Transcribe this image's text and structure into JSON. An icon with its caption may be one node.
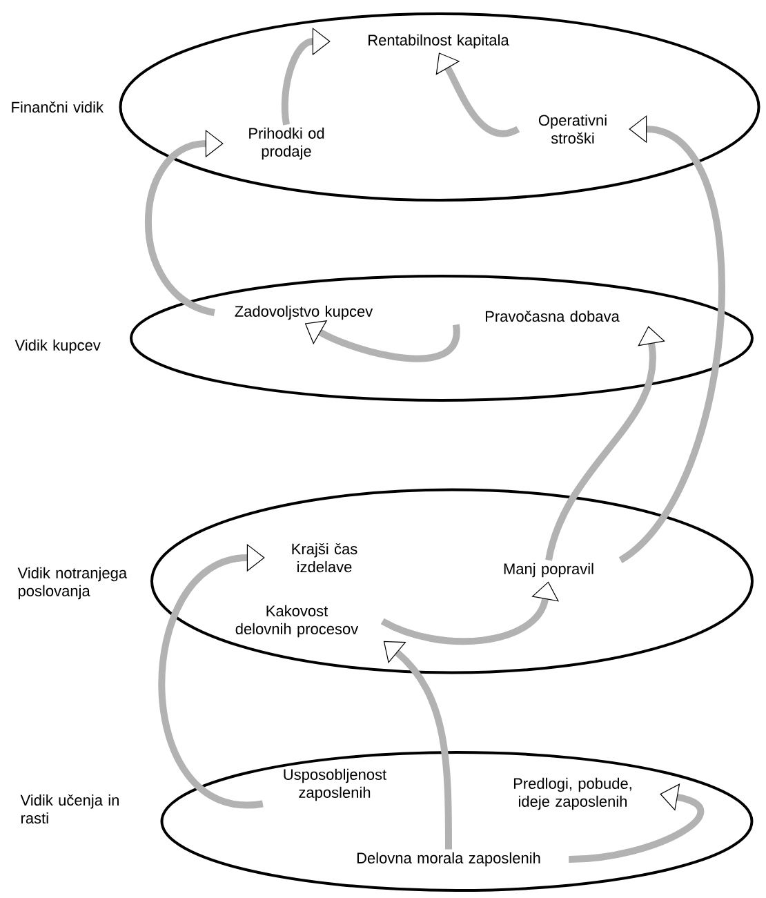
{
  "diagram": {
    "nodes": [
      {
        "text": [],
        "shape": "ellipse",
        "beside": [
          "Finančni vidik"
        ]
      },
      {
        "text": [
          "Rentabilnost kapitala"
        ],
        "in": 0
      },
      {
        "text": [
          "Prihodki od prodaje"
        ],
        "in": 0
      },
      {
        "text": [
          "Operativni stroški"
        ],
        "in": 0
      },
      {
        "text": [],
        "shape": "ellipse",
        "beside": [
          "Vidik kupcev"
        ]
      },
      {
        "text": [
          "Zadovoljstvo kupcev"
        ],
        "in": 4
      },
      {
        "text": [
          "Pravočasna dobava"
        ],
        "in": 4
      },
      {
        "text": [],
        "shape": "ellipse",
        "beside": [
          "Vidik notranjega poslovanja"
        ]
      },
      {
        "text": [
          "Krajši čas izdelave"
        ],
        "in": 7
      },
      {
        "text": [
          "Kakovost delovnih procesov"
        ],
        "in": 7
      },
      {
        "text": [
          "Manj popravil"
        ],
        "in": 7
      },
      {
        "text": [],
        "shape": "ellipse",
        "beside": [
          "Vidik učenja in rasti"
        ]
      },
      {
        "text": [
          "Usposobljenost zaposlenih"
        ],
        "in": 11
      },
      {
        "text": [
          "Predlogi, pobude, ideje zaposlenih"
        ],
        "in": 11
      },
      {
        "text": [
          "Delovna morala zaposlenih"
        ],
        "in": 11
      }
    ],
    "edges": [
      {
        "from": 2,
        "to": 1,
        "arrow": "to"
      },
      {
        "from": 3,
        "to": 1,
        "arrow": "to"
      },
      {
        "from": 5,
        "to": 2,
        "arrow": "to"
      },
      {
        "from": 6,
        "to": 5,
        "arrow": "to"
      },
      {
        "from": 10,
        "to": 6,
        "arrow": "to"
      },
      {
        "from": 10,
        "to": 3,
        "arrow": "to"
      },
      {
        "from": 12,
        "to": 8,
        "arrow": "to"
      },
      {
        "from": 14,
        "to": 9,
        "arrow": "to"
      },
      {
        "from": 9,
        "to": 10,
        "arrow": "to"
      },
      {
        "from": 14,
        "to": 13,
        "arrow": "to"
      }
    ]
  }
}
